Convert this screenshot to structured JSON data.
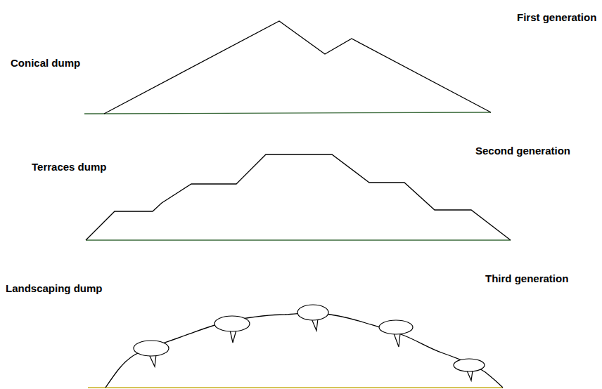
{
  "diagram": {
    "labels": [
      "First generation",
      "Conical dump",
      "Second generation",
      "Terraces dump",
      "Third generation",
      "Landscaping dump"
    ]
  }
}
